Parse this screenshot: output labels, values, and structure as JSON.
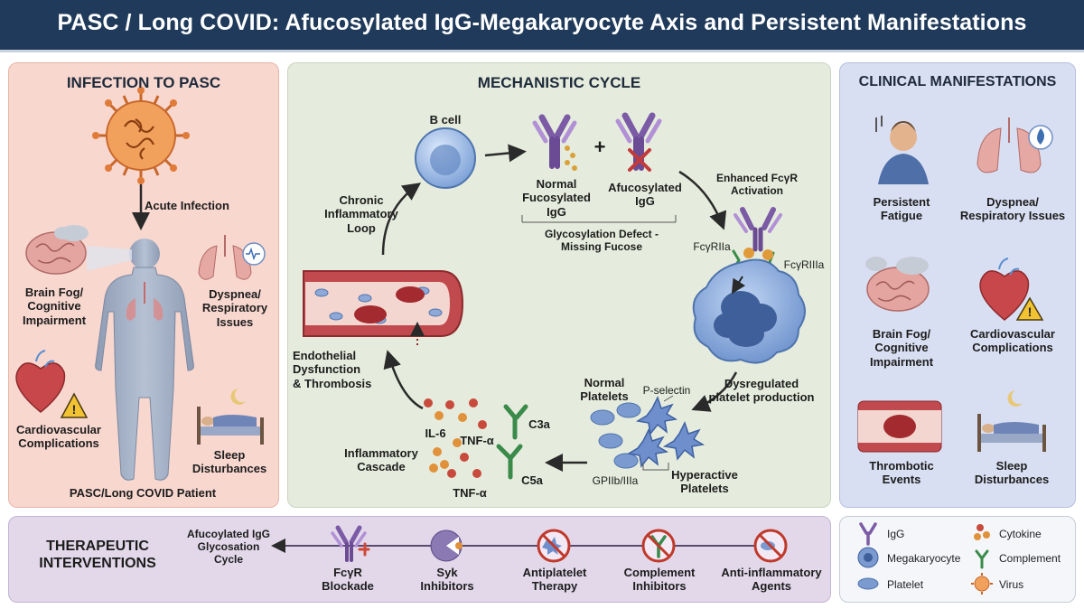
{
  "title": "PASC / Long COVID: Afucosylated IgG-Megakaryocyte Axis and Persistent Manifestations",
  "infection": {
    "title": "INFECTION TO PASC",
    "acute": "Acute Infection",
    "brain": "Brain Fog/\nCognitive\nImpairment",
    "dyspnea": "Dyspnea/\nRespiratory\nIssues",
    "cardio": "Cardiovascular\nComplications",
    "sleep": "Sleep\nDisturbances",
    "patient": "PASC/Long COVID Patient"
  },
  "mechanism": {
    "title": "MECHANISTIC CYCLE",
    "bcell": "B cell",
    "normal_igg": "Normal\nFucosylated\nIgG",
    "plus": "+",
    "afuco_igg": "Afucosylated\nIgG",
    "glyco_defect": "Glycosylation Defect -\nMissing Fucose",
    "enhanced": "Enhanced FcγR\nActivation",
    "fcgr2a": "FcγRIIa",
    "fcgr3a": "FcγRIIIa",
    "dysregulated": "Dysregulated\nplatelet production",
    "normal_platelets": "Normal\nPlatelets",
    "pselectin": "P-selectin",
    "gp": "GPIIb/IIIa",
    "hyperactive": "Hyperactive\nPlatelets",
    "inflam_cascade": "Inflammatory\nCascade",
    "il6": "IL-6",
    "tnf1": "TNF-α",
    "tnf2": "TNF-α",
    "c3a": "C3a",
    "c5a": "C5a",
    "endothelial": "Endothelial\nDysfunction\n& Thrombosis",
    "chronic": "Chronic\nInflammatory\nLoop"
  },
  "clinical": {
    "title": "CLINICAL MANIFESTATIONS",
    "items": [
      "Persistent\nFatigue",
      "Dyspnea/\nRespiratory Issues",
      "Brain Fog/\nCognitive\nImpairment",
      "Cardiovascular\nComplications",
      "Thrombotic\nEvents",
      "Sleep\nDisturbances"
    ]
  },
  "therapeutic": {
    "title": "THERAPEUTIC\nINTERVENTIONS",
    "cycle_label": "Afucoylated IgG\nGlycosation\nCycle",
    "items": [
      "FcγR\nBlockade",
      "Syk\nInhibitors",
      "Antiplatelet\nTherapy",
      "Complement\nInhibitors",
      "Anti-inflammatory\nAgents"
    ]
  },
  "legend": {
    "items": [
      "IgG",
      "Megakaryocyte",
      "Platelet",
      "Cytokine",
      "Complement",
      "Virus"
    ]
  },
  "colors": {
    "title_bg": "#1f3a5a",
    "infection_bg": "#f8d7cf",
    "mechanism_bg": "#e6ecdd",
    "clinical_bg": "#d9dff2",
    "therapeutic_bg": "#e2d8ea",
    "igg_purple": "#7b5aa6",
    "vessel_red": "#b8323a",
    "megakaryocyte_blue": "#6f95cf"
  }
}
